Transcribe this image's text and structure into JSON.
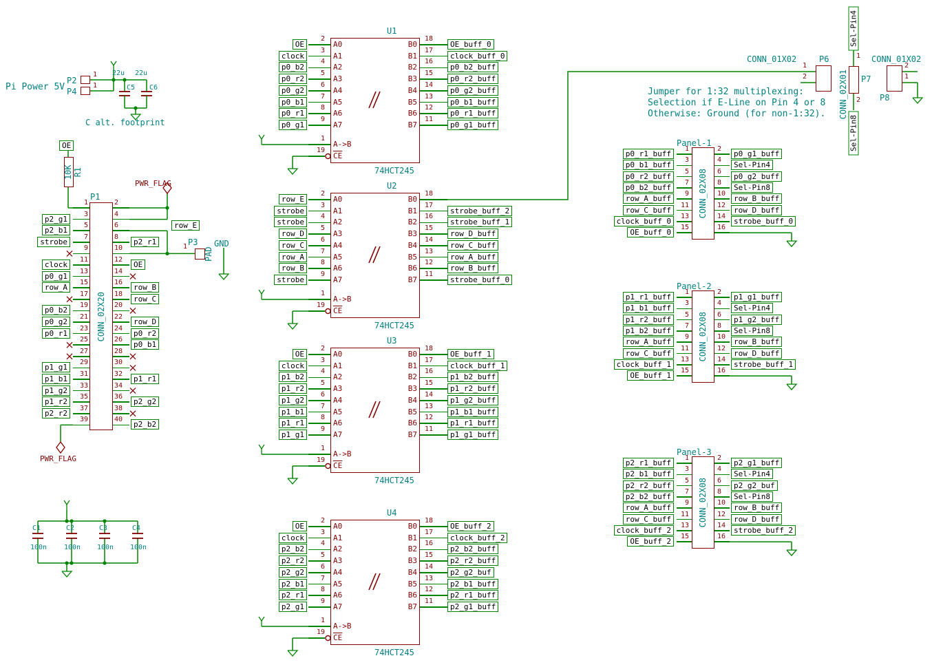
{
  "colors": {
    "wire": "#008400",
    "component_outline": "#840000",
    "label_outline": "#008400",
    "label_text": "#000000",
    "reference_text": "#008080",
    "background": "#ffffff"
  },
  "notes": {
    "power_title": "Pi Power 5V",
    "c_alt_footprint": "C alt. footprint",
    "jumper_note_line1": "Jumper for 1:32 multiplexing:",
    "jumper_note_line2": "Selection if E-Line on Pin 4 or 8",
    "jumper_note_line3": "Otherwise: Ground (for non-1:32).",
    "pwr_flag": "PWR_FLAG",
    "gnd": "GND"
  },
  "power_input": {
    "p2": {
      "ref": "P2",
      "pin": "1"
    },
    "p4": {
      "ref": "P4",
      "pin": "1"
    },
    "c5": {
      "ref": "C5",
      "value": "22u"
    },
    "c6": {
      "ref": "C6",
      "value": "22u"
    }
  },
  "pullup": {
    "ref": "R1",
    "value": "10K",
    "net_label": "OE"
  },
  "p3": {
    "ref": "P3",
    "value": "PAD",
    "pin": "1",
    "net_label": "row_E"
  },
  "p1": {
    "ref": "P1",
    "value": "CONN_02X20",
    "rows": [
      {
        "ln": "1",
        "ll": "",
        "rn": "2",
        "rl": ""
      },
      {
        "ln": "3",
        "ll": "p2_g1",
        "rn": "4",
        "rl": ""
      },
      {
        "ln": "5",
        "ll": "p2_b1",
        "rn": "6",
        "rl": ""
      },
      {
        "ln": "7",
        "ll": "strobe",
        "rn": "8",
        "rl": "p2_r1"
      },
      {
        "ln": "9",
        "ll": "",
        "lnc": true,
        "rn": "10",
        "rl": ""
      },
      {
        "ln": "11",
        "ll": "clock",
        "rn": "12",
        "rl": "OE"
      },
      {
        "ln": "13",
        "ll": "p0_g1",
        "rn": "14",
        "rl": "",
        "rnc": true
      },
      {
        "ln": "15",
        "ll": "row_A",
        "rn": "16",
        "rl": "row_B"
      },
      {
        "ln": "17",
        "ll": "",
        "lnc": true,
        "rn": "18",
        "rl": "row_C"
      },
      {
        "ln": "19",
        "ll": "p0_b2",
        "rn": "20",
        "rl": "",
        "rnc": true
      },
      {
        "ln": "21",
        "ll": "p0_g2",
        "rn": "22",
        "rl": "row_D"
      },
      {
        "ln": "23",
        "ll": "p0_r1",
        "rn": "24",
        "rl": "p0_r2"
      },
      {
        "ln": "25",
        "ll": "",
        "lnc": true,
        "rn": "26",
        "rl": "p0_b1"
      },
      {
        "ln": "27",
        "ll": "",
        "lnc": true,
        "rn": "28",
        "rl": "",
        "rnc": true
      },
      {
        "ln": "29",
        "ll": "p1_g1",
        "rn": "30",
        "rl": "",
        "rnc": true
      },
      {
        "ln": "31",
        "ll": "p1_b1",
        "rn": "32",
        "rl": "p1_r1"
      },
      {
        "ln": "33",
        "ll": "p1_g2",
        "rn": "34",
        "rl": "",
        "rnc": true
      },
      {
        "ln": "35",
        "ll": "p1_r2",
        "rn": "36",
        "rl": "p2_g2"
      },
      {
        "ln": "37",
        "ll": "p2_r2",
        "rn": "38",
        "rl": "",
        "rnc": true
      },
      {
        "ln": "39",
        "ll": "",
        "rn": "40",
        "rl": "p2_b2"
      }
    ]
  },
  "buffers": [
    {
      "ref": "U1",
      "value": "74HCT245",
      "pins": [
        {
          "num": "2",
          "a": "A0",
          "in": "OE",
          "bnum": "18",
          "b": "B0",
          "out": "OE_buff_0"
        },
        {
          "num": "3",
          "a": "A1",
          "in": "clock",
          "bnum": "17",
          "b": "B1",
          "out": "clock_buff_0"
        },
        {
          "num": "4",
          "a": "A2",
          "in": "p0_b2",
          "bnum": "16",
          "b": "B2",
          "out": "p0_b2_buff"
        },
        {
          "num": "5",
          "a": "A3",
          "in": "p0_r2",
          "bnum": "15",
          "b": "B3",
          "out": "p0_r2_buff"
        },
        {
          "num": "6",
          "a": "A4",
          "in": "p0_g2",
          "bnum": "14",
          "b": "B4",
          "out": "p0_g2_buff"
        },
        {
          "num": "7",
          "a": "A5",
          "in": "p0_b1",
          "bnum": "13",
          "b": "B5",
          "out": "p0_b1_buff"
        },
        {
          "num": "8",
          "a": "A6",
          "in": "p0_r1",
          "bnum": "12",
          "b": "B6",
          "out": "p0_r1_buff"
        },
        {
          "num": "9",
          "a": "A7",
          "in": "p0_g1",
          "bnum": "11",
          "b": "B7",
          "out": "p0_g1_buff"
        }
      ],
      "ctrl": [
        {
          "num": "1",
          "name": "A->B"
        },
        {
          "num": "19",
          "name": "CE"
        }
      ]
    },
    {
      "ref": "U2",
      "value": "74HCT245",
      "pins": [
        {
          "num": "2",
          "a": "A0",
          "in": "row_E",
          "bnum": "18",
          "b": "B0",
          "out": ""
        },
        {
          "num": "3",
          "a": "A1",
          "in": "strobe",
          "bnum": "17",
          "b": "B1",
          "out": "strobe_buff_2"
        },
        {
          "num": "4",
          "a": "A2",
          "in": "strobe",
          "bnum": "16",
          "b": "B2",
          "out": "strobe_buff_1"
        },
        {
          "num": "5",
          "a": "A3",
          "in": "row_D",
          "bnum": "15",
          "b": "B3",
          "out": "row_D_buff"
        },
        {
          "num": "6",
          "a": "A4",
          "in": "row_C",
          "bnum": "14",
          "b": "B4",
          "out": "row_C_buff"
        },
        {
          "num": "7",
          "a": "A5",
          "in": "row_A",
          "bnum": "13",
          "b": "B5",
          "out": "row_A_buff"
        },
        {
          "num": "8",
          "a": "A6",
          "in": "row_B",
          "bnum": "12",
          "b": "B6",
          "out": "row_B_buff"
        },
        {
          "num": "9",
          "a": "A7",
          "in": "strobe",
          "bnum": "11",
          "b": "B7",
          "out": "strobe_buff_0"
        }
      ],
      "ctrl": [
        {
          "num": "1",
          "name": "A->B"
        },
        {
          "num": "19",
          "name": "CE"
        }
      ]
    },
    {
      "ref": "U3",
      "value": "74HCT245",
      "pins": [
        {
          "num": "2",
          "a": "A0",
          "in": "OE",
          "bnum": "18",
          "b": "B0",
          "out": "OE_buff_1"
        },
        {
          "num": "3",
          "a": "A1",
          "in": "clock",
          "bnum": "17",
          "b": "B1",
          "out": "clock_buff_1"
        },
        {
          "num": "4",
          "a": "A2",
          "in": "p1_b2",
          "bnum": "16",
          "b": "B2",
          "out": "p1_b2_buff"
        },
        {
          "num": "5",
          "a": "A3",
          "in": "p1_r2",
          "bnum": "15",
          "b": "B3",
          "out": "p1_r2_buff"
        },
        {
          "num": "6",
          "a": "A4",
          "in": "p1_g2",
          "bnum": "14",
          "b": "B4",
          "out": "p1_g2_buff"
        },
        {
          "num": "7",
          "a": "A5",
          "in": "p1_b1",
          "bnum": "13",
          "b": "B5",
          "out": "p1_b1_buff"
        },
        {
          "num": "8",
          "a": "A6",
          "in": "p1_r1",
          "bnum": "12",
          "b": "B6",
          "out": "p1_r1_buff"
        },
        {
          "num": "9",
          "a": "A7",
          "in": "p1_g1",
          "bnum": "11",
          "b": "B7",
          "out": "p1_g1_buff"
        }
      ],
      "ctrl": [
        {
          "num": "1",
          "name": "A->B"
        },
        {
          "num": "19",
          "name": "CE"
        }
      ]
    },
    {
      "ref": "U4",
      "value": "74HCT245",
      "pins": [
        {
          "num": "2",
          "a": "A0",
          "in": "OE",
          "bnum": "18",
          "b": "B0",
          "out": "OE_buff_2"
        },
        {
          "num": "3",
          "a": "A1",
          "in": "clock",
          "bnum": "17",
          "b": "B1",
          "out": "clock_buff_2"
        },
        {
          "num": "4",
          "a": "A2",
          "in": "p2_b2",
          "bnum": "16",
          "b": "B2",
          "out": "p2_b2_buff"
        },
        {
          "num": "5",
          "a": "A3",
          "in": "p2_r2",
          "bnum": "15",
          "b": "B3",
          "out": "p2_r2_buff"
        },
        {
          "num": "6",
          "a": "A4",
          "in": "p2_g2",
          "bnum": "14",
          "b": "B4",
          "out": "p2_g2_buf"
        },
        {
          "num": "7",
          "a": "A5",
          "in": "p2_b1",
          "bnum": "13",
          "b": "B5",
          "out": "p2_b1_buff"
        },
        {
          "num": "8",
          "a": "A6",
          "in": "p2_r1",
          "bnum": "12",
          "b": "B6",
          "out": "p2_r1_buff"
        },
        {
          "num": "9",
          "a": "A7",
          "in": "p2_g1",
          "bnum": "11",
          "b": "B7",
          "out": "p2_g1_buff"
        }
      ],
      "ctrl": [
        {
          "num": "1",
          "name": "A->B"
        },
        {
          "num": "19",
          "name": "CE"
        }
      ]
    }
  ],
  "panels": [
    {
      "name": "Panel-1",
      "value": "CONN_02X08",
      "rows": [
        {
          "ln": "1",
          "ll": "p0_r1_buff",
          "rn": "2",
          "rl": "p0_g1_buff"
        },
        {
          "ln": "3",
          "ll": "p0_b1_buff",
          "rn": "4",
          "rl": "Sel-Pin4"
        },
        {
          "ln": "5",
          "ll": "p0_r2_buff",
          "rn": "6",
          "rl": "p0_g2_buff"
        },
        {
          "ln": "7",
          "ll": "p0_b2_buff",
          "rn": "8",
          "rl": "Sel-Pin8"
        },
        {
          "ln": "9",
          "ll": "row_A_buff",
          "rn": "10",
          "rl": "row_B_buff"
        },
        {
          "ln": "11",
          "ll": "row_C_buff",
          "rn": "12",
          "rl": "row_D_buff"
        },
        {
          "ln": "13",
          "ll": "clock_buff_0",
          "rn": "14",
          "rl": "strobe_buff_0"
        },
        {
          "ln": "15",
          "ll": "OE_buff_0",
          "rn": "16",
          "rl": ""
        }
      ]
    },
    {
      "name": "Panel-2",
      "value": "CONN_02X08",
      "rows": [
        {
          "ln": "1",
          "ll": "p1_r1_buff",
          "rn": "2",
          "rl": "p1_g1_buff"
        },
        {
          "ln": "3",
          "ll": "p1_b1_buff",
          "rn": "4",
          "rl": "Sel-Pin4"
        },
        {
          "ln": "5",
          "ll": "p1_r2_buff",
          "rn": "6",
          "rl": "p1_g2_buff"
        },
        {
          "ln": "7",
          "ll": "p1_b2_buff",
          "rn": "8",
          "rl": "Sel-Pin8"
        },
        {
          "ln": "9",
          "ll": "row_A_buff",
          "rn": "10",
          "rl": "row_B_buff"
        },
        {
          "ln": "11",
          "ll": "row_C_buff",
          "rn": "12",
          "rl": "row_D_buff"
        },
        {
          "ln": "13",
          "ll": "clock_buff_1",
          "rn": "14",
          "rl": "strobe_buff_1"
        },
        {
          "ln": "15",
          "ll": "OE_buff_1",
          "rn": "16",
          "rl": ""
        }
      ]
    },
    {
      "name": "Panel-3",
      "value": "CONN_02X08",
      "rows": [
        {
          "ln": "1",
          "ll": "p2_r1_buff",
          "rn": "2",
          "rl": "p2_g1_buff"
        },
        {
          "ln": "3",
          "ll": "p2_b1_buff",
          "rn": "4",
          "rl": "Sel-Pin4"
        },
        {
          "ln": "5",
          "ll": "p2_r2_buff",
          "rn": "6",
          "rl": "p2_g2_buf"
        },
        {
          "ln": "7",
          "ll": "p2_b2_buff",
          "rn": "8",
          "rl": "Sel-Pin8"
        },
        {
          "ln": "9",
          "ll": "row_A_buff",
          "rn": "10",
          "rl": "row_B_buff"
        },
        {
          "ln": "11",
          "ll": "row_C_buff",
          "rn": "12",
          "rl": "row_D_buff"
        },
        {
          "ln": "13",
          "ll": "clock_buff_2",
          "rn": "14",
          "rl": "strobe_buff_2"
        },
        {
          "ln": "15",
          "ll": "OE_buff_2",
          "rn": "16",
          "rl": ""
        }
      ]
    }
  ],
  "jumper": {
    "p6": {
      "ref": "P6",
      "value": "CONN_01X02",
      "pin1": "1",
      "pin2": "2"
    },
    "p7": {
      "ref": "P7",
      "value": "CONN_02X01",
      "pin1": "1",
      "pin2": "2"
    },
    "p8": {
      "ref": "P8",
      "value": "CONN_01X02",
      "pin_top": "2",
      "pin_bottom": "1"
    },
    "sel4": "Sel-Pin4",
    "sel8": "Sel-Pin8"
  },
  "decoupling": [
    {
      "ref": "C1",
      "value": "100n"
    },
    {
      "ref": "C2",
      "value": "100n"
    },
    {
      "ref": "C3",
      "value": "100n"
    },
    {
      "ref": "C4",
      "value": "100n"
    }
  ]
}
